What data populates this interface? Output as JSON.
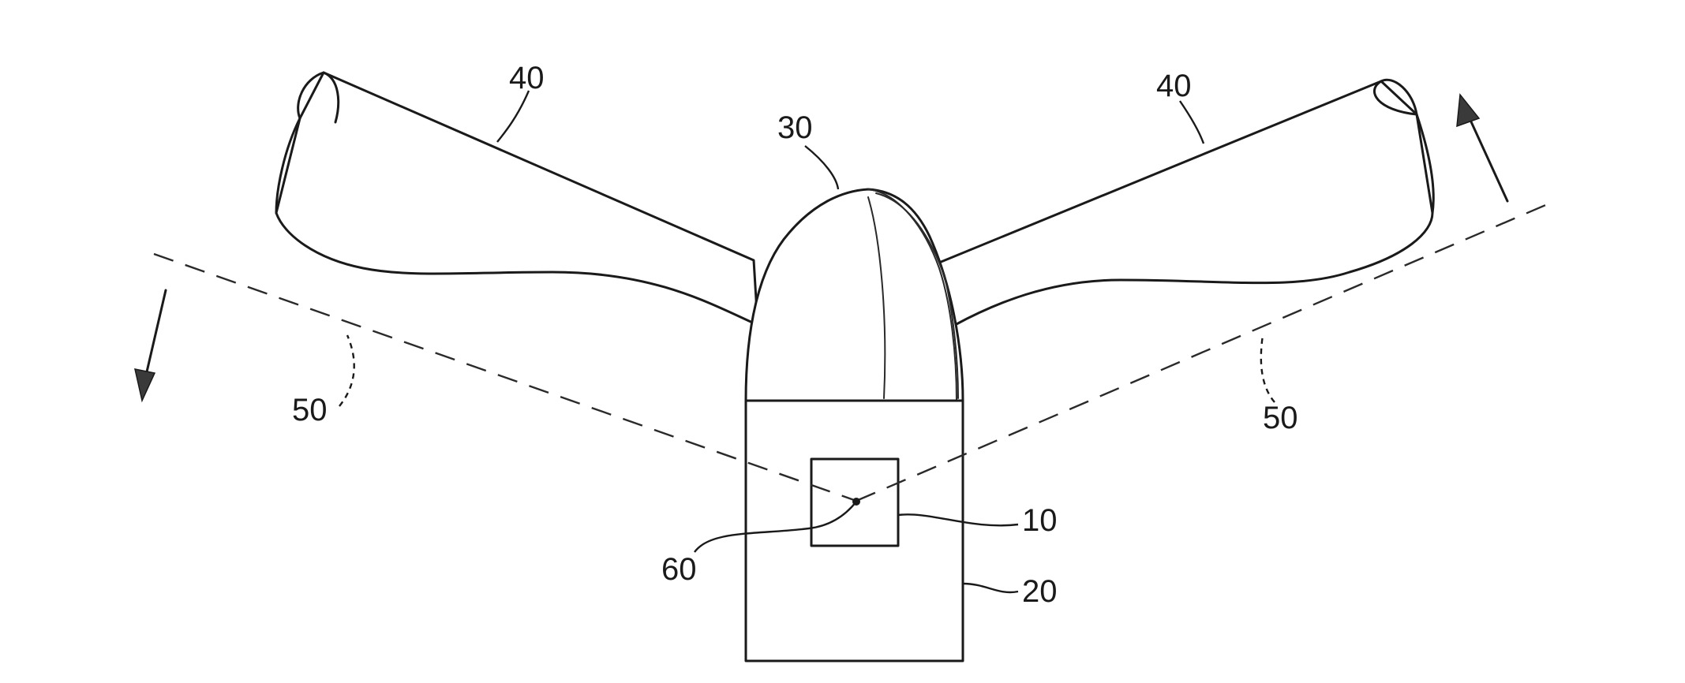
{
  "figure": {
    "labels": {
      "rotor_blade_left": "40",
      "rotor_blade_right": "40",
      "spinner": "30",
      "line_left": "50",
      "line_right": "50",
      "sensor": "10",
      "nacelle": "20",
      "point": "60"
    },
    "arrows": {
      "left": "arrow pointing down",
      "right": "arrow pointing up"
    }
  }
}
